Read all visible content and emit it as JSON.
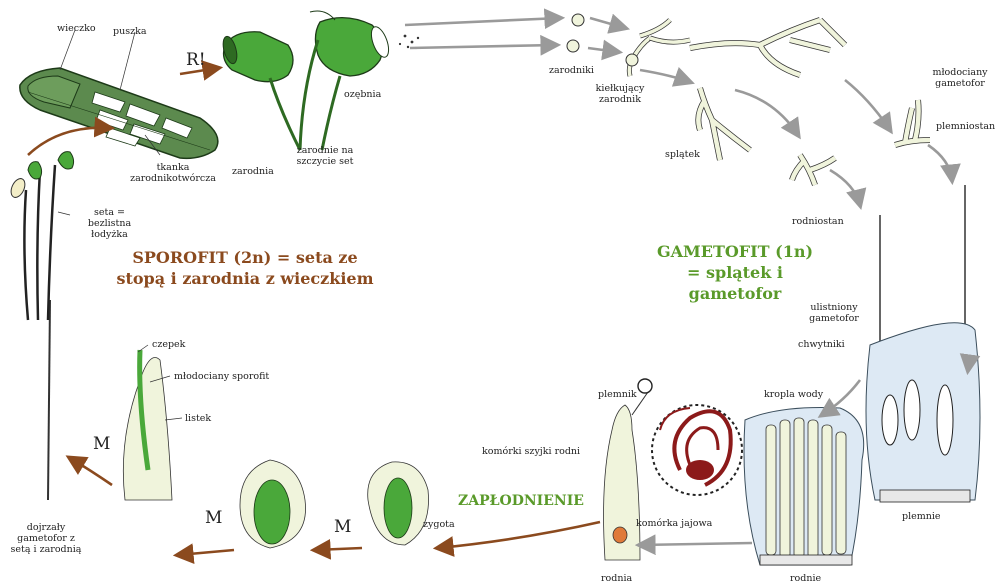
{
  "colors": {
    "sporophyte_accent": "#8b4a1e",
    "gametophyte_accent": "#5a9a2a",
    "moss_green": "#4aa83a",
    "arrow_gray": "#9a9a9a",
    "arrow_brown": "#8b4a1e",
    "cell_fill": "#f0f4dc",
    "sperm_red": "#8c1a1a"
  },
  "titles": {
    "sporophyte": "SPOROFIT (2n) = seta ze stopą i zarodnia z wieczkiem",
    "gametophyte": "GAMETOFIT (1n) = splątek i gametofor",
    "fertilization": "ZAPŁODNIENIE"
  },
  "process_marks": {
    "meiosis": "R!",
    "mitosis": "M"
  },
  "labels": {
    "wieczko": "wieczko",
    "puszka": "puszka",
    "tkanka": "tkanka zarodnikotwórcza",
    "zarodnia": "zarodnia",
    "ozebnia": "ozębnia",
    "zarodnie_na_szczycie": "zarodnie na szczycie set",
    "zarodniki": "zarodniki",
    "kielkujacy": "kiełkujący zarodnik",
    "splatek": "splątek",
    "mlodociany_gametofor": "młodociany gametofor",
    "plemniostan": "plemniostan",
    "rodniostan": "rodniostan",
    "ulistniony": "ulistniony gametofor",
    "chwytniki": "chwytniki",
    "kropla": "kropla wody",
    "plemnie": "plemnie",
    "rodnie": "rodnie",
    "plemnik": "plemnik",
    "szyjka": "komórki szyjki rodni",
    "komorka_jajowa": "komórka jajowa",
    "rodnia": "rodnia",
    "zygota": "zygota",
    "czepek": "czepek",
    "mlodociany_sporofit": "młodociany sporofit",
    "listek": "listek",
    "seta": "seta = bezlistna łodyżka",
    "dojrzaly": "dojrzały gametofor z setą i zarodnią"
  }
}
